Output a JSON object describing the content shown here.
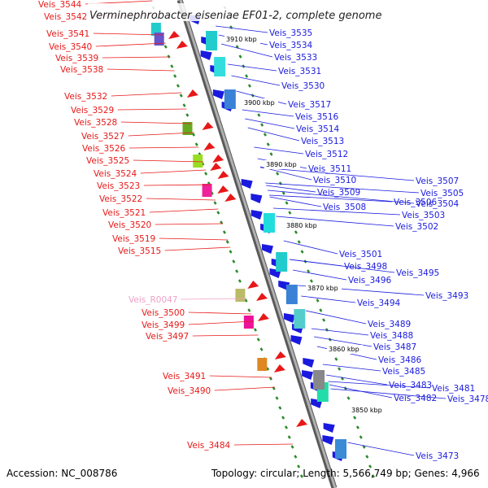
{
  "title": "Verminephrobacter eiseniae EF01-2, complete genome",
  "footer_left": "Accession: NC_008786",
  "footer_right": "Topology: circular; Length: 5,566,749 bp; Genes: 4,966",
  "colors": {
    "forward_gene": "#1a1adf",
    "reverse_gene": "#e81818",
    "rna_gene": "#f0a0c8",
    "backbone": "#7f7f7f",
    "tick": "#2a8a2a"
  },
  "scale_labels": [
    "3910 kbp",
    "3900 kbp",
    "3890 kbp",
    "3880 kbp",
    "3870 kbp",
    "3860 kbp",
    "3850 kbp"
  ],
  "right_labels": [
    "Veis_3535",
    "Veis_3534",
    "Veis_3533",
    "Veis_3531",
    "Veis_3530",
    "Veis_3517",
    "Veis_3516",
    "Veis_3514",
    "Veis_3513",
    "Veis_3512",
    "Veis_3511",
    "Veis_3510",
    "Veis_3509",
    "Veis_3508",
    "Veis_3507",
    "Veis_3506",
    "Veis_3505",
    "Veis_3504",
    "Veis_3503",
    "Veis_3502",
    "Veis_3501",
    "Veis_3498",
    "Veis_3496",
    "Veis_3495",
    "Veis_3494",
    "Veis_3493",
    "Veis_3489",
    "Veis_3488",
    "Veis_3487",
    "Veis_3486",
    "Veis_3485",
    "Veis_3483",
    "Veis_3482",
    "Veis_3481",
    "Veis_3478",
    "Veis_3473"
  ],
  "left_labels": [
    "Veis_3544",
    "Veis_3542",
    "Veis_3541",
    "Veis_3540",
    "Veis_3539",
    "Veis_3538",
    "Veis_3532",
    "Veis_3529",
    "Veis_3528",
    "Veis_3527",
    "Veis_3526",
    "Veis_3525",
    "Veis_3524",
    "Veis_3523",
    "Veis_3522",
    "Veis_3521",
    "Veis_3520",
    "Veis_3519",
    "Veis_3515",
    "Veis_R0047",
    "Veis_3500",
    "Veis_3499",
    "Veis_3497",
    "Veis_3491",
    "Veis_3490",
    "Veis_3484"
  ]
}
